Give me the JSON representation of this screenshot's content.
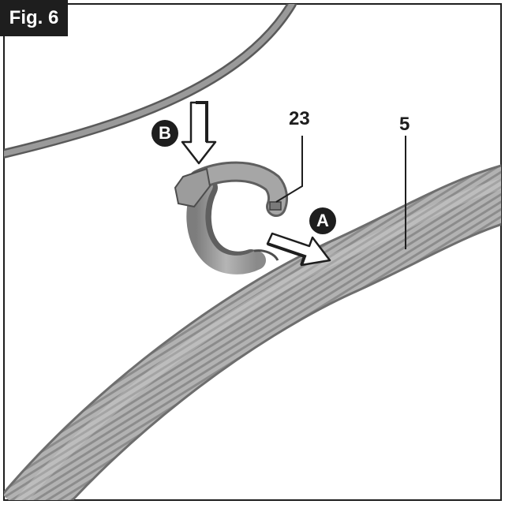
{
  "figure": {
    "tag": "Fig. 6",
    "callouts": {
      "clip": "23",
      "hose": "5"
    },
    "step_labels": {
      "a": "A",
      "b": "B"
    },
    "colors": {
      "ink": "#1e1e1e",
      "hose_fill": "#a9a9a9",
      "hose_rib": "#8a8a8a",
      "clip_fill": "#9e9e9e",
      "cable_fill": "#8f8f8f",
      "frame": "#1e1e1e"
    }
  }
}
